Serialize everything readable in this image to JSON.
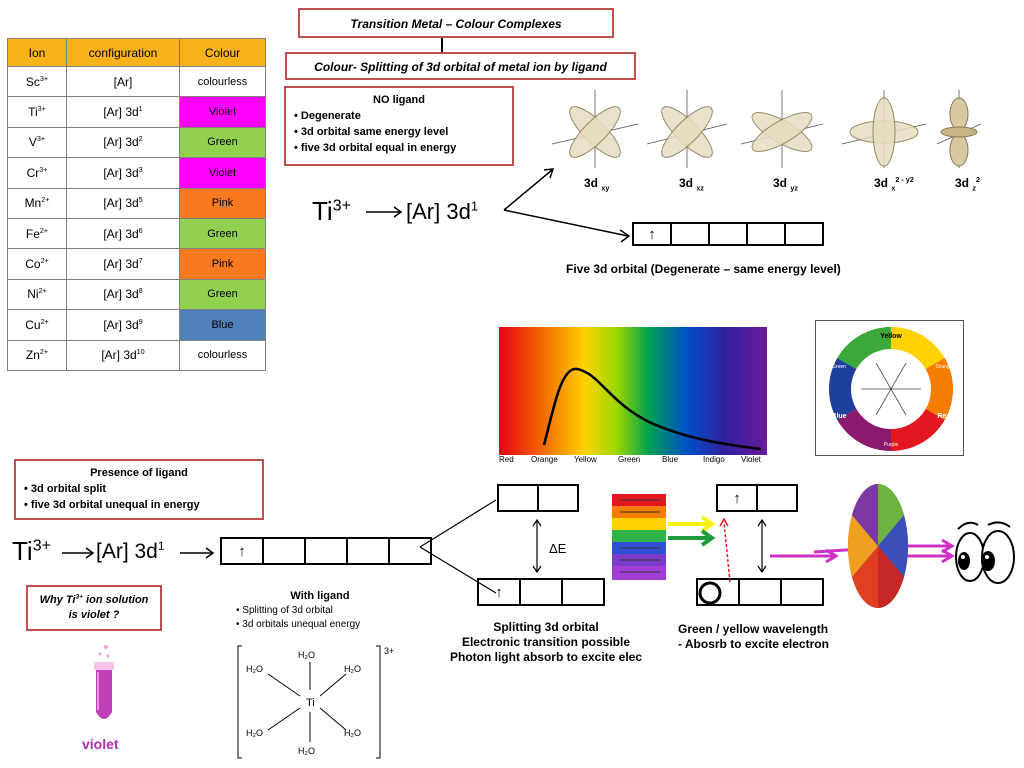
{
  "title": "Transition Metal – Colour Complexes",
  "subtitle": "Colour- Splitting of 3d orbital of metal ion  by ligand",
  "table": {
    "headers": [
      "Ion",
      "configuration",
      "Colour"
    ],
    "rows": [
      {
        "ion": "Sc",
        "charge": "3+",
        "config": "[Ar]",
        "config_sup": "",
        "colour": "colourless",
        "bg": "#ffffff"
      },
      {
        "ion": "Ti",
        "charge": "3+",
        "config": "[Ar] 3d",
        "config_sup": "1",
        "colour": "Violet",
        "bg": "#ff00ff"
      },
      {
        "ion": "V",
        "charge": "3+",
        "config": "[Ar] 3d",
        "config_sup": "2",
        "colour": "Green",
        "bg": "#92d050"
      },
      {
        "ion": "Cr",
        "charge": "3+",
        "config": "[Ar] 3d",
        "config_sup": "3",
        "colour": "Violet",
        "bg": "#ff00ff"
      },
      {
        "ion": "Mn",
        "charge": "2+",
        "config": "[Ar] 3d",
        "config_sup": "5",
        "colour": "Pink",
        "bg": "#f97a1f"
      },
      {
        "ion": "Fe",
        "charge": "2+",
        "config": "[Ar] 3d",
        "config_sup": "6",
        "colour": "Green",
        "bg": "#92d050"
      },
      {
        "ion": "Co",
        "charge": "2+",
        "config": "[Ar] 3d",
        "config_sup": "7",
        "colour": "Pink",
        "bg": "#f97a1f"
      },
      {
        "ion": "Ni",
        "charge": "2+",
        "config": "[Ar] 3d",
        "config_sup": "8",
        "colour": "Green",
        "bg": "#92d050"
      },
      {
        "ion": "Cu",
        "charge": "2+",
        "config": "[Ar] 3d",
        "config_sup": "9",
        "colour": "Blue",
        "bg": "#4f81bd"
      },
      {
        "ion": "Zn",
        "charge": "2+",
        "config": "[Ar] 3d",
        "config_sup": "10",
        "colour": "colourless",
        "bg": "#ffffff"
      }
    ]
  },
  "no_ligand": {
    "heading": "NO  ligand",
    "bullets": [
      "Degenerate",
      "3d orbital same energy level",
      "five 3d orbital equal in energy"
    ]
  },
  "ion_label": {
    "symbol": "Ti",
    "charge": "3+",
    "config": "[Ar] 3d",
    "sup": "1"
  },
  "orbitals": [
    {
      "base": "3d",
      "sub": "xy",
      "extra": ""
    },
    {
      "base": "3d",
      "sub": "xz",
      "extra": ""
    },
    {
      "base": "3d",
      "sub": "yz",
      "extra": ""
    },
    {
      "base": "3d",
      "sub": "x",
      "extra": "2 - y2"
    },
    {
      "base": "3d",
      "sub": "z",
      "extra": "2"
    }
  ],
  "five_orbital_caption": "Five 3d orbital (Degenerate – same energy level)",
  "spectrum_labels": [
    "Red",
    "Orange",
    "Yellow",
    "Green",
    "Blue",
    "Indigo",
    "Violet"
  ],
  "color_wheel": {
    "labels": [
      "Yellow",
      "Orange",
      "Red",
      "Purple",
      "Blue",
      "Green"
    ]
  },
  "ligand": {
    "heading": "Presence of ligand",
    "bullets": [
      "3d orbital split",
      "five 3d orbital unequal in energy"
    ]
  },
  "why_box": {
    "line1": "Why Ti",
    "sup": "3+",
    "line1b": " ion solution",
    "line2": "is violet ?"
  },
  "with_ligand": {
    "heading": "With ligand",
    "bullets": [
      "Splitting of 3d orbital",
      "3d orbitals unequal energy"
    ]
  },
  "complex": {
    "metal": "Ti",
    "ligand": "H₂O",
    "charge": "3+"
  },
  "delta_e": "ΔE",
  "splitting_caption": [
    "Splitting 3d orbital",
    "Electronic transition possible",
    "Photon light absorb to excite elec"
  ],
  "absorb_caption": [
    "Green / yellow wavelength",
    "- Abosrb to excite electron"
  ],
  "violet_label": "violet",
  "up_arrow": "↑"
}
